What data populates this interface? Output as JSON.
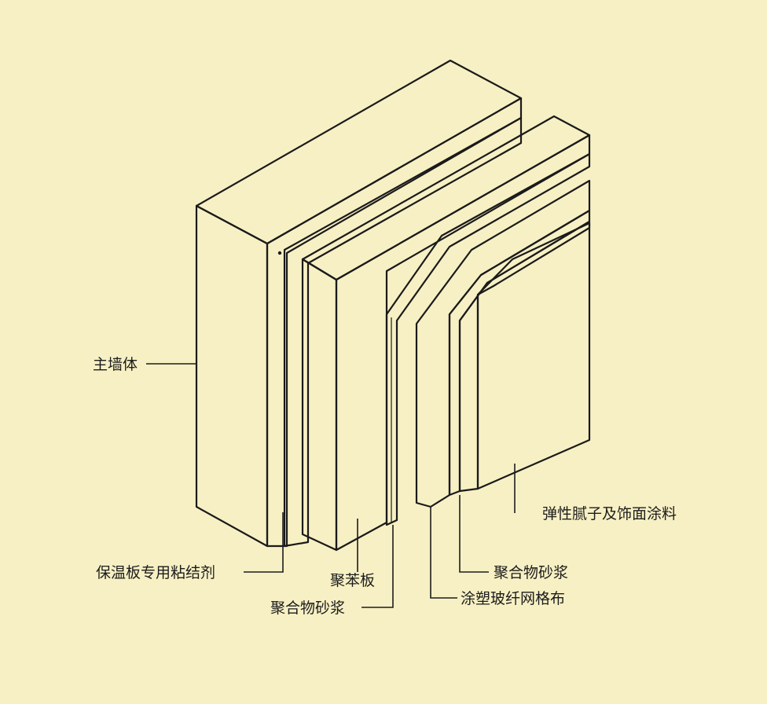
{
  "diagram": {
    "type": "layered wall insulation cross-section",
    "background_color": "#f7f0c4",
    "line_color": "#1a1a1a",
    "labels": {
      "main_wall": "主墙体",
      "adhesive": "保温板专用粘结剂",
      "eps_board": "聚苯板",
      "mortar_inner": "聚合物砂浆",
      "finish_coating": "弹性腻子及饰面涂料",
      "mortar_outer": "聚合物砂浆",
      "fiberglass_mesh": "涂塑玻纤网格布"
    }
  }
}
